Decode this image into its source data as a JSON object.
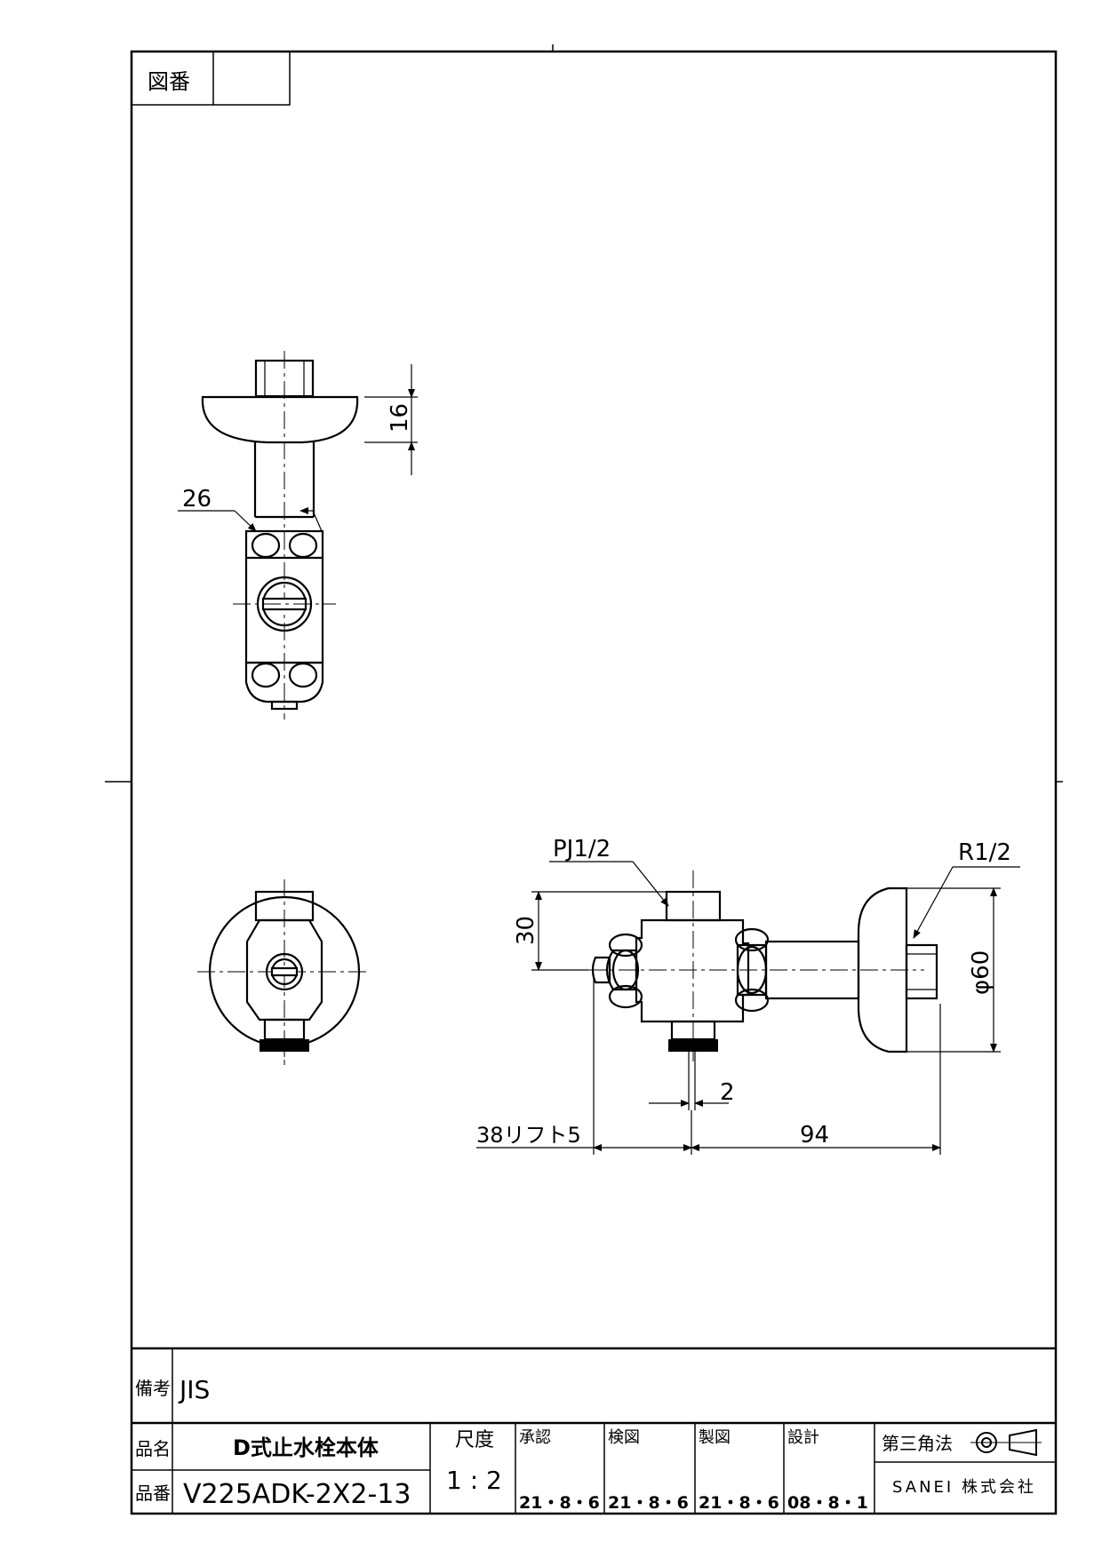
{
  "header": {
    "drawing_no_label": "図番",
    "drawing_no_value": ""
  },
  "dimensions": {
    "top_height": "16",
    "top_width": "26",
    "pipe_thread_inlet": "PJ1/2",
    "pipe_thread_outlet": "R1/2",
    "inlet_height": "30",
    "flange_diameter": "φ60",
    "offset": "2",
    "lift": "38リフト5",
    "length": "94"
  },
  "title_block": {
    "remarks_label": "備考",
    "remarks_value": "JIS",
    "product_name_label": "品名",
    "product_name_value": "D式止水栓本体",
    "product_no_label": "品番",
    "product_no_value": "V225ADK-2X2-13",
    "scale_label": "尺度",
    "scale_value": "1 : 2",
    "approved_label": "承認",
    "approved_date": "21・8・6",
    "checked_label": "検図",
    "checked_date": "21・8・6",
    "drawn_label": "製図",
    "drawn_date": "21・8・6",
    "designed_label": "設計",
    "designed_date": "08・8・1",
    "projection_label": "第三角法",
    "company": "SANEI 株式会社"
  }
}
